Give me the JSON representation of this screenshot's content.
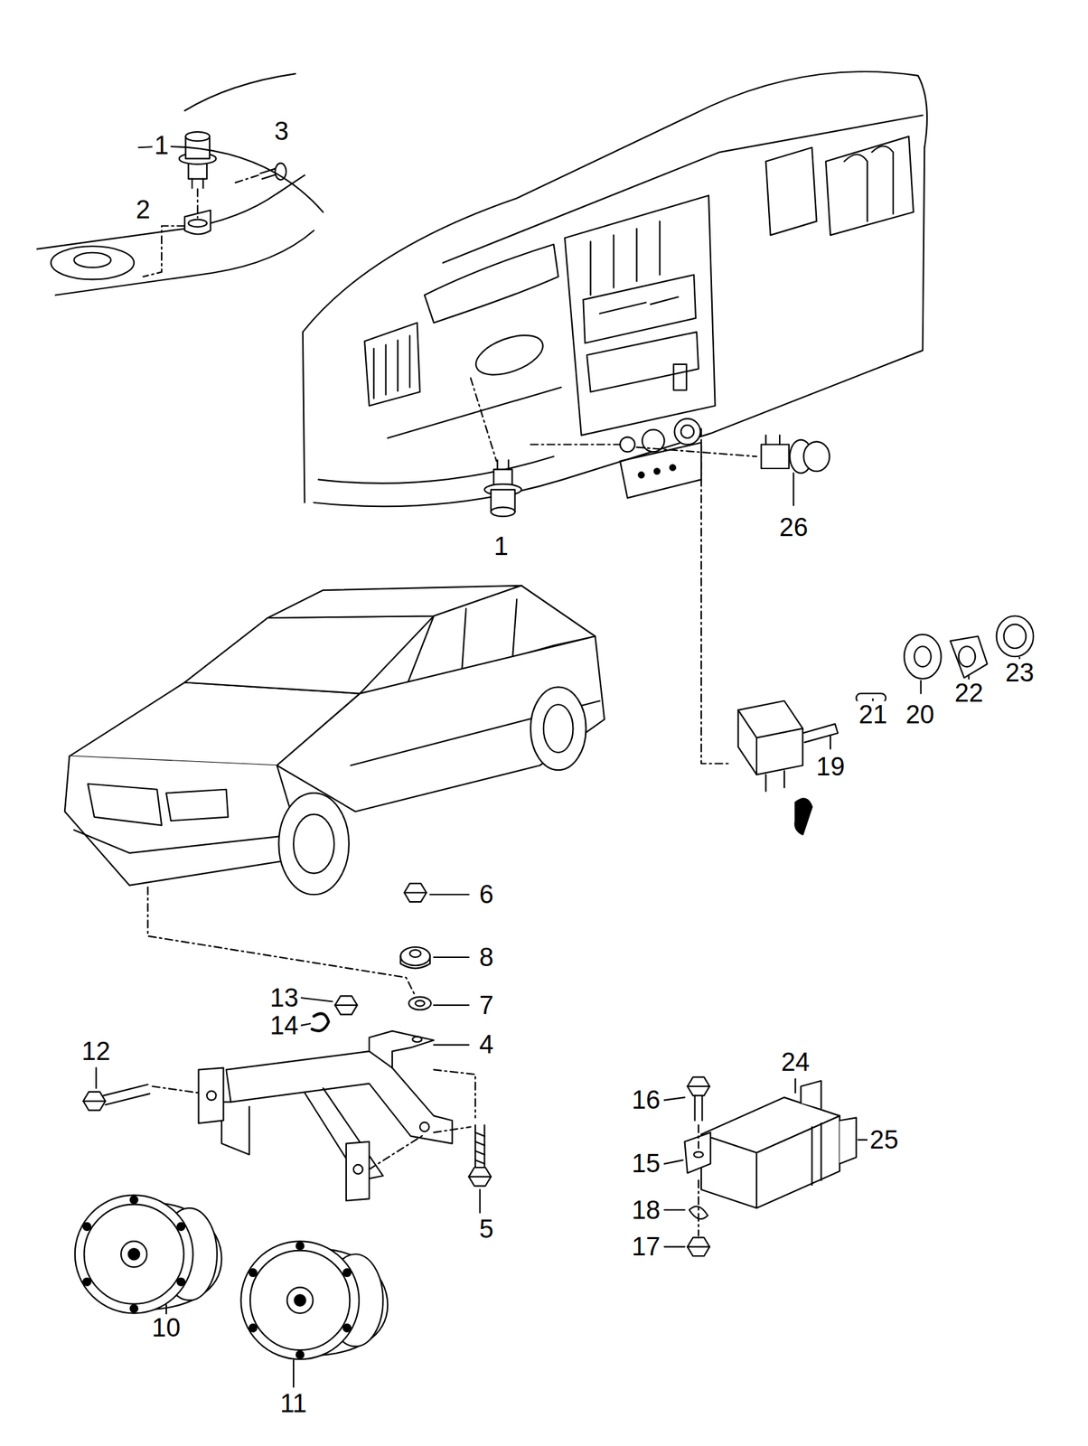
{
  "diagram": {
    "labels": [
      "1",
      "3",
      "2",
      "26",
      "1",
      "23",
      "22",
      "21",
      "20",
      "19",
      "6",
      "8",
      "13",
      "7",
      "14",
      "4",
      "12",
      "24",
      "16",
      "25",
      "15",
      "18",
      "5",
      "17",
      "10",
      "11"
    ]
  }
}
